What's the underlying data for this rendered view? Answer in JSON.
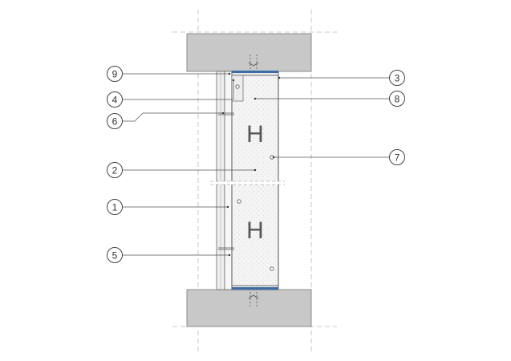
{
  "diagram": {
    "callouts": {
      "c9": "9",
      "c4": "4",
      "c6": "6",
      "c2": "2",
      "c1": "1",
      "c5": "5",
      "c3": "3",
      "c8": "8",
      "c7": "7"
    },
    "stud_glyph": "H",
    "colors": {
      "slab": "#c8c8c8",
      "slab_edge": "#8c8c8c",
      "line": "#555555",
      "seal": "#3a6ea5",
      "insulation": "#f2f2f2",
      "dim_line": "#b0b0b0"
    }
  }
}
